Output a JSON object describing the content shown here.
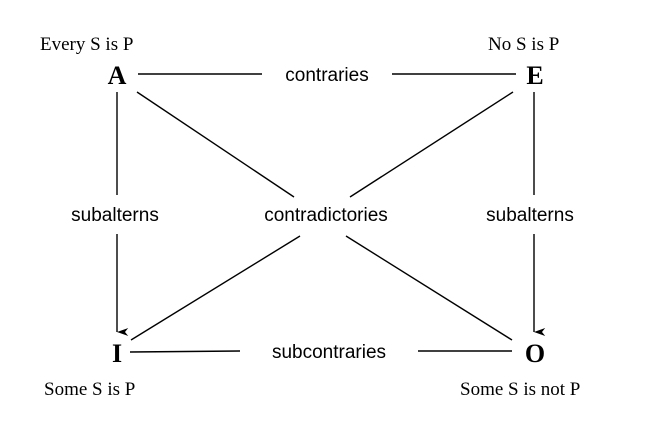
{
  "corners": {
    "A": {
      "letter": "A",
      "statement": "Every S is P"
    },
    "E": {
      "letter": "E",
      "statement": "No S is P"
    },
    "I": {
      "letter": "I",
      "statement": "Some S is P"
    },
    "O": {
      "letter": "O",
      "statement": "Some S is not P"
    }
  },
  "relations": {
    "top": "contraries",
    "bottom": "subcontraries",
    "left": "subalterns",
    "right": "subalterns",
    "diagonals": "contradictories"
  }
}
